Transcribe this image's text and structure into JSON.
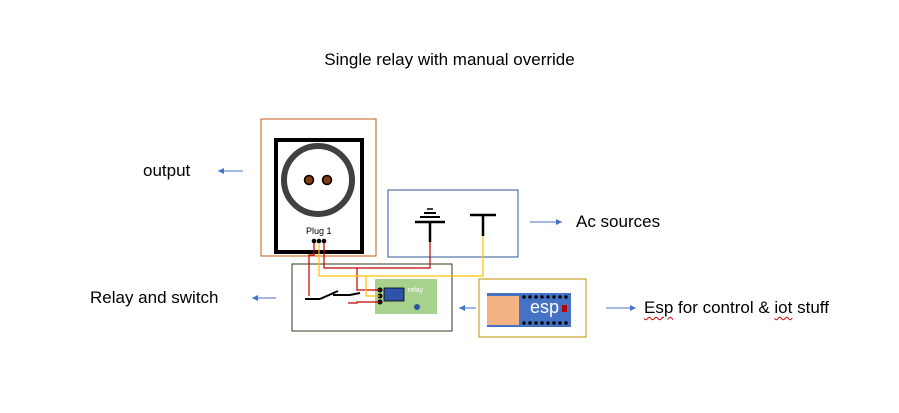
{
  "title": "Single relay with manual override",
  "labels": {
    "output": "output",
    "ac_sources": "Ac sources",
    "relay_and_switch": "Relay and switch",
    "esp_prefix": "Esp",
    "esp_suffix": " for control & ",
    "esp_iot": "iot",
    "esp_end": " stuff"
  },
  "components": {
    "plug_label": "Plug 1",
    "relay_label": "relay",
    "esp_label": "esp"
  },
  "colors": {
    "plug_box": "#c55a11",
    "ac_box": "#2f5597",
    "relay_box": "#3a3a1a",
    "esp_box": "#bf9000",
    "relay_board": "#a9d18e",
    "esp_board": "#4472c4",
    "esp_chip": "#f4b183",
    "arrow": "#4472c4",
    "wire_red": "#c00000",
    "wire_yellow": "#ffc000"
  }
}
